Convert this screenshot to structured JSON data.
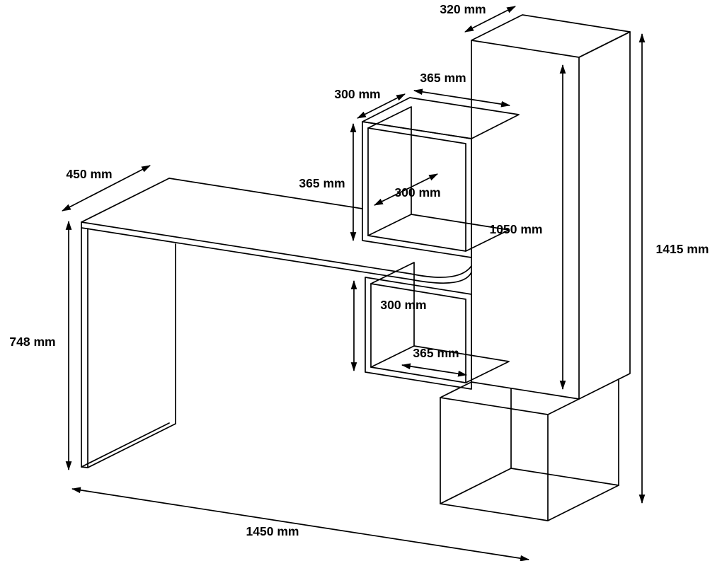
{
  "diagram": {
    "unit": "mm",
    "line_color": "#000000",
    "background_color": "#ffffff"
  },
  "labels": {
    "desk_depth": "450 mm",
    "desk_height": "748 mm",
    "overall_width": "1450 mm",
    "overall_height": "1415 mm",
    "cabinet_depth": "320 mm",
    "cabinet_height": "1050 mm",
    "upper_shelf_top_depth": "300 mm",
    "upper_shelf_top_width": "365 mm",
    "upper_shelf_height": "365 mm",
    "upper_shelf_inner_depth": "300 mm",
    "lower_shelf_height": "300 mm",
    "lower_shelf_inner_width": "365 mm"
  }
}
